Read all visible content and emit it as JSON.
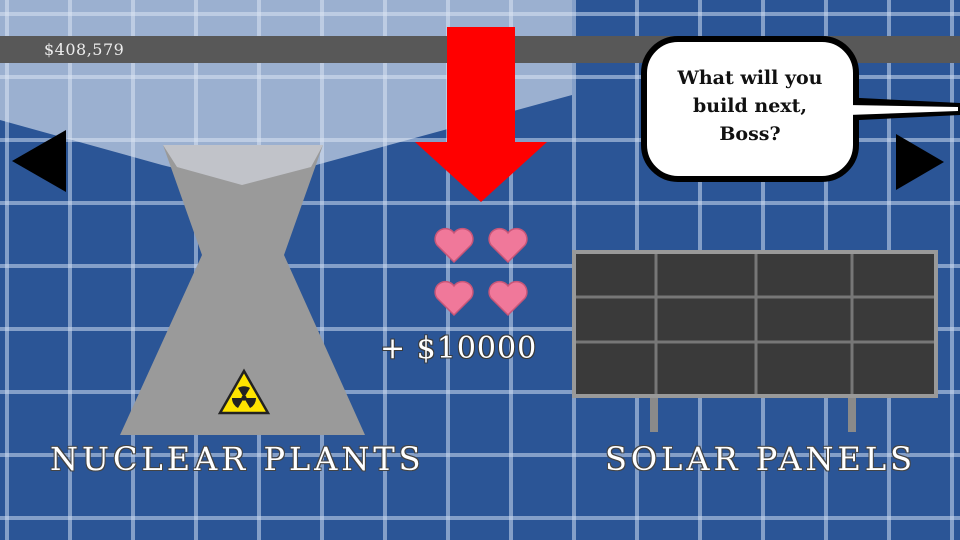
{
  "hud": {
    "money": "$408,579"
  },
  "speech": {
    "lines": [
      "What will you",
      "build next,",
      "Boss?"
    ]
  },
  "reward": {
    "hearts": 4,
    "bonus_text": "+ $10000"
  },
  "categories": {
    "left_label": "NUCLEAR PLANTS",
    "right_label": "SOLAR PANELS"
  },
  "colors": {
    "background": "#2b5596",
    "arrow_red": "#ff0000",
    "heart_pink": "#f0789a",
    "building_gray": "#9a9a9a",
    "panel_dark": "#3a3a3a",
    "hazard_yellow": "#ffe400"
  },
  "icons": {
    "left_nav": "triangle-left-icon",
    "right_nav": "triangle-right-icon",
    "hazard": "radiation-warning-icon",
    "reward": "heart-icon"
  }
}
